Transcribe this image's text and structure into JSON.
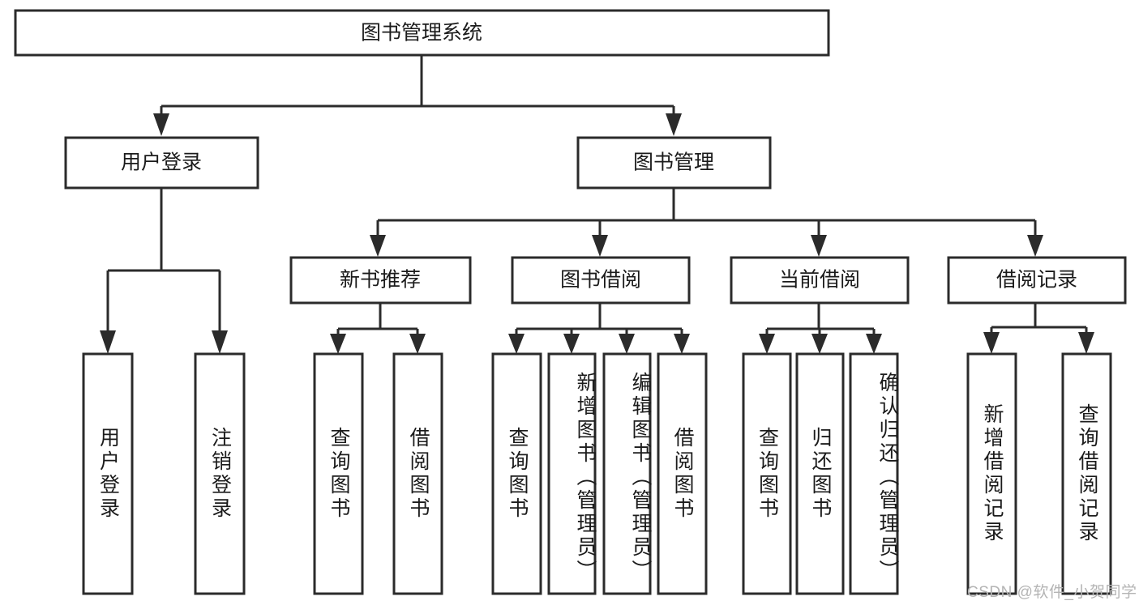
{
  "diagram": {
    "type": "tree",
    "title": "图书管理系统",
    "watermark": "CSDN @软件_小贺同学",
    "colors": {
      "stroke": "#2b2b2b",
      "fill": "#ffffff",
      "text": "#1b1b1b",
      "watermark": "#b4b4b4"
    },
    "root": {
      "label": "图书管理系统"
    },
    "level2": [
      {
        "label": "用户登录"
      },
      {
        "label": "图书管理"
      }
    ],
    "level3": [
      {
        "label": "新书推荐"
      },
      {
        "label": "图书借阅"
      },
      {
        "label": "当前借阅"
      },
      {
        "label": "借阅记录"
      }
    ],
    "leaves": {
      "user_login": [
        {
          "label": "用户登录"
        },
        {
          "label": "注销登录"
        }
      ],
      "new_book": [
        {
          "label": "查询图书"
        },
        {
          "label": "借阅图书"
        }
      ],
      "book_borrow": [
        {
          "label": "查询图书"
        },
        {
          "label": "新增图书（管理员）"
        },
        {
          "label": "编辑图书（管理员）"
        },
        {
          "label": "借阅图书"
        }
      ],
      "current_borrow": [
        {
          "label": "查询图书"
        },
        {
          "label": "归还图书"
        },
        {
          "label": "确认归还（管理员）"
        }
      ],
      "borrow_record": [
        {
          "label": "新增借阅记录"
        },
        {
          "label": "查询借阅记录"
        }
      ]
    }
  }
}
